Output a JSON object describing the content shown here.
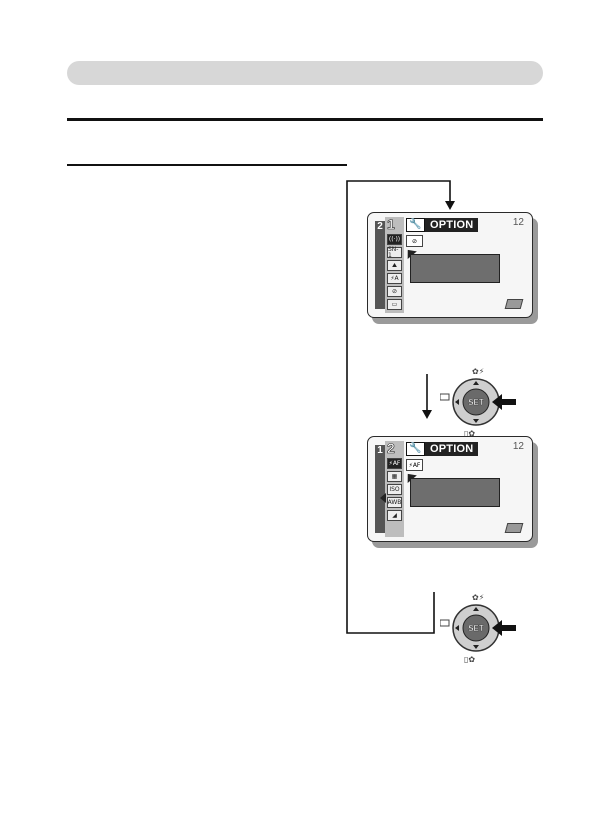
{
  "screen1": {
    "title": "OPTION",
    "counter": "12",
    "tab_front": "1",
    "tab_back": "2",
    "icons": [
      "((·))",
      "SN-1",
      "⛰",
      "⚡A",
      "⊘",
      "▭"
    ],
    "sub_icon": "⊘"
  },
  "screen2": {
    "title": "OPTION",
    "counter": "12",
    "tab_front": "2",
    "tab_back": "1",
    "icons": [
      "⚡AF",
      "▦",
      "ISO",
      "AWB",
      "◢"
    ],
    "sub_icon": "⚡AF"
  },
  "dial": {
    "center_label": "SET"
  }
}
